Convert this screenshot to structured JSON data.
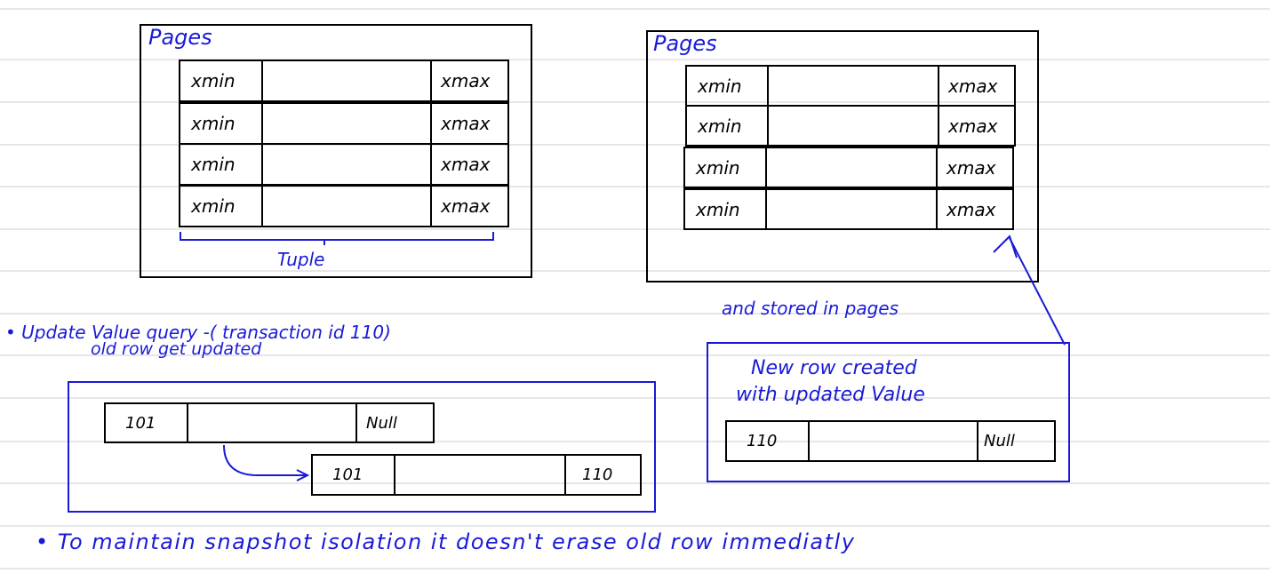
{
  "diagram": {
    "left_page": {
      "title": "Pages",
      "rows": [
        {
          "xmin": "xmin",
          "xmax": "xmax"
        },
        {
          "xmin": "xmin",
          "xmax": "xmax"
        },
        {
          "xmin": "xmin",
          "xmax": "xmax"
        },
        {
          "xmin": "xmin",
          "xmax": "xmax"
        }
      ],
      "tuple_label": "Tuple"
    },
    "right_page": {
      "title": "Pages",
      "rows": [
        {
          "xmin": "xmin",
          "xmax": "xmax"
        },
        {
          "xmin": "xmin",
          "xmax": "xmax"
        },
        {
          "xmin": "xmin",
          "xmax": "xmax"
        },
        {
          "xmin": "xmin",
          "xmax": "xmax"
        }
      ]
    },
    "stored_label": "and stored in pages",
    "update_heading": "• Update Value query -( transaction id 110)",
    "old_row_label": "old row get updated",
    "old_row_before": {
      "xmin": "101",
      "xmax": "Null"
    },
    "old_row_after": {
      "xmin": "101",
      "xmax": "110"
    },
    "new_row_label_line1": "New row created",
    "new_row_label_line2": "with updated Value",
    "new_row": {
      "xmin": "110",
      "xmax": "Null"
    },
    "footer_note": "• To maintain snapshot isolation it doesn't erase old row immediatly"
  }
}
